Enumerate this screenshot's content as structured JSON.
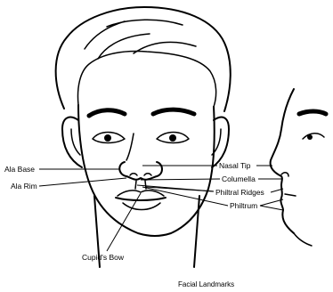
{
  "labels": {
    "ala_base": "Ala Base",
    "ala_rim": "Ala Rim",
    "nasal_tip": "Nasal Tip",
    "columella": "Columella",
    "philtral_ridges": "Philtral Ridges",
    "philtrum": "Philtrum",
    "cupids_bow": "Cupid's Bow"
  },
  "caption": "Facial Landmarks"
}
